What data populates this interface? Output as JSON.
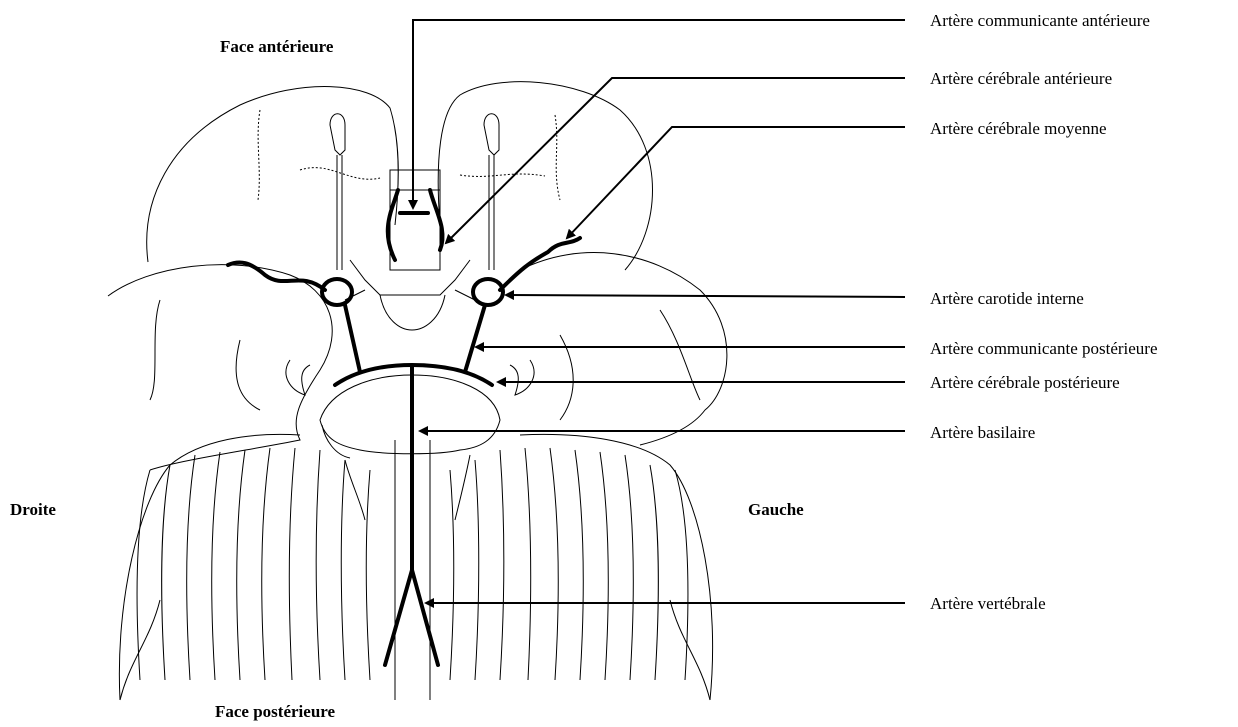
{
  "orientation": {
    "anterior": "Face antérieure",
    "posterior": "Face postérieure",
    "right": "Droite",
    "left": "Gauche"
  },
  "labels": {
    "communicante_anterieure": "Artère communicante antérieure",
    "cerebrale_anterieure": "Artère cérébrale antérieure",
    "cerebrale_moyenne": "Artère cérébrale moyenne",
    "carotide_interne": "Artère carotide interne",
    "communicante_posterieure": "Artère communicante postérieure",
    "cerebrale_posterieure": "Artère cérébrale postérieure",
    "basilaire": "Artère basilaire",
    "vertebrale": "Artère vertébrale"
  }
}
